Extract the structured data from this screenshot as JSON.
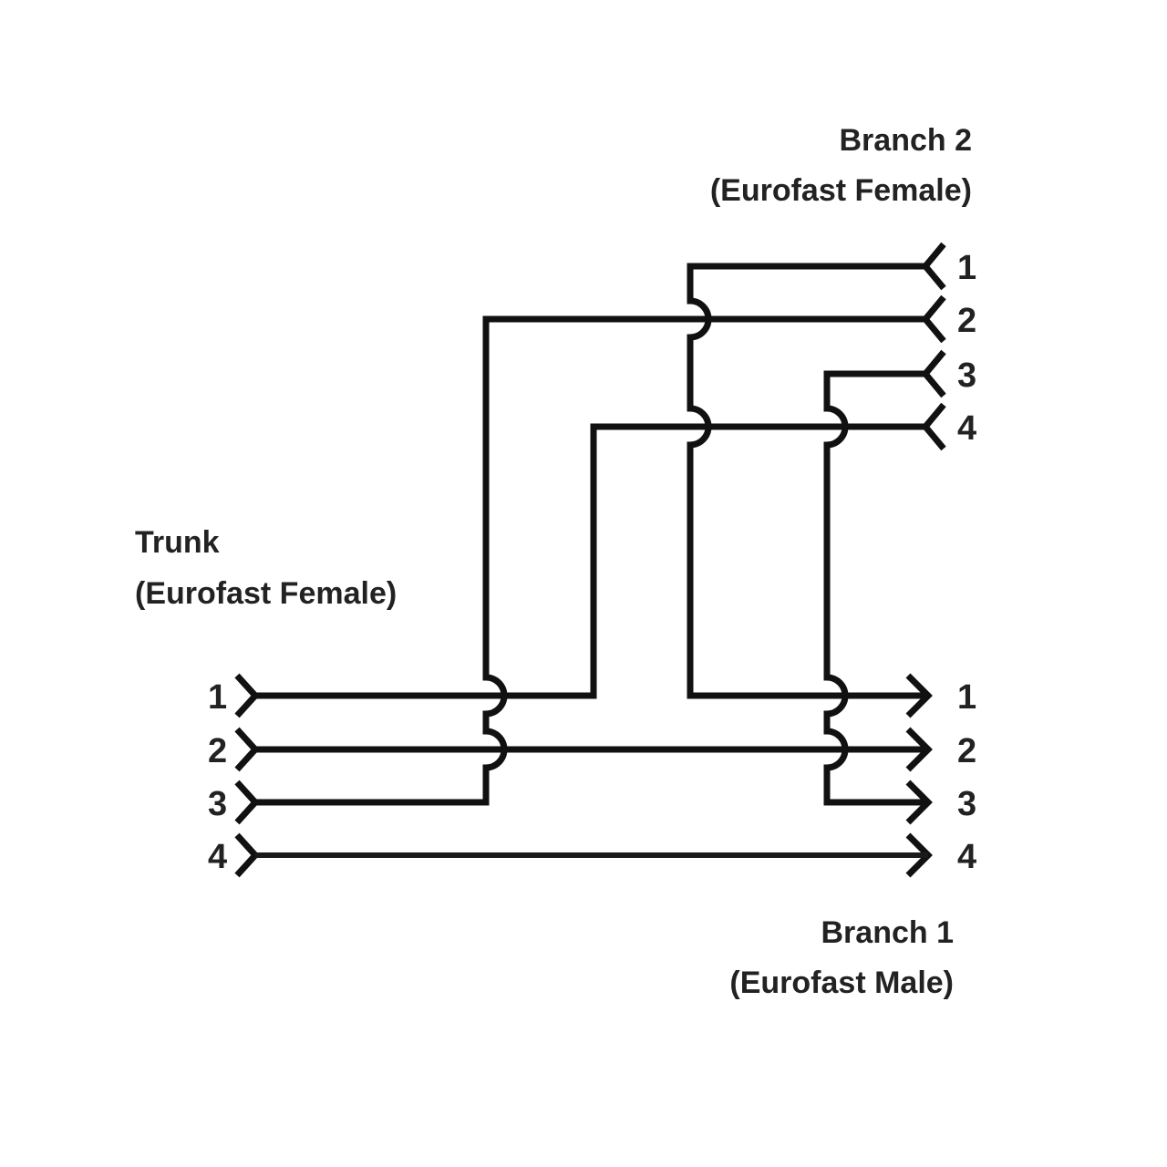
{
  "diagram": {
    "trunk": {
      "title": "Trunk",
      "subtitle": "(Eurofast Female)",
      "pins": [
        "1",
        "2",
        "3",
        "4"
      ]
    },
    "branch2": {
      "title": "Branch 2",
      "subtitle": "(Eurofast Female)",
      "pins": [
        "1",
        "2",
        "3",
        "4"
      ]
    },
    "branch1": {
      "title": "Branch 1",
      "subtitle": "(Eurofast Male)",
      "pins": [
        "1",
        "2",
        "3",
        "4"
      ]
    },
    "connections": [
      {
        "from": "Trunk 1",
        "to": "Branch 2 pin 4"
      },
      {
        "from": "Trunk 2",
        "to": "Branch 1 pin 2"
      },
      {
        "from": "Trunk 3",
        "to": "Branch 2 pin 2"
      },
      {
        "from": "Trunk 4",
        "to": "Branch 1 pin 4"
      },
      {
        "from": "Branch 2 pin 1",
        "to": "Branch 1 pin 1"
      },
      {
        "from": "Branch 2 pin 3",
        "to": "Branch 1 pin 3"
      }
    ],
    "colors": {
      "line": "#111111",
      "text": "#222222",
      "background": "#ffffff"
    }
  }
}
